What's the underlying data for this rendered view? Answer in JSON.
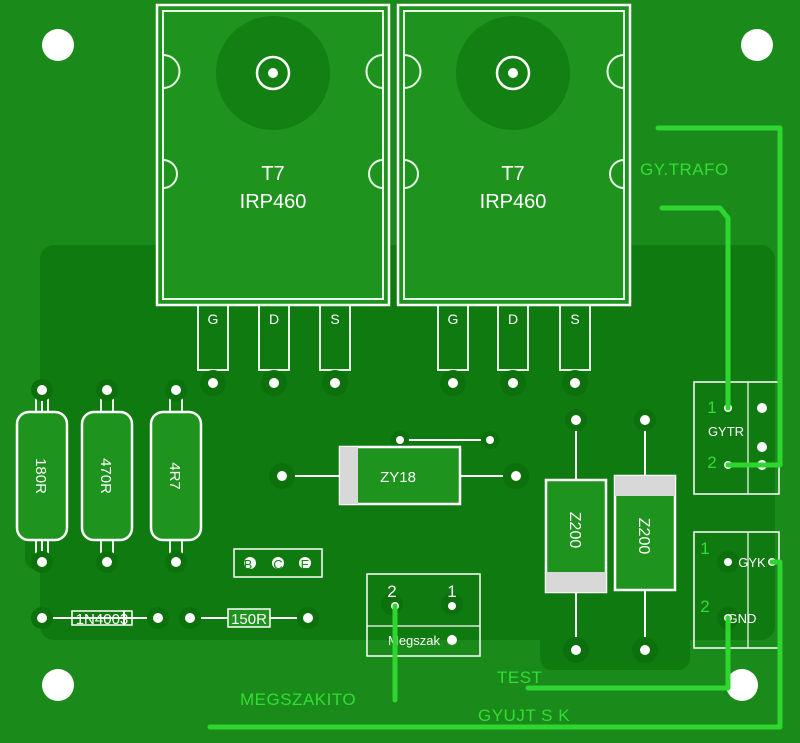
{
  "transistors": [
    {
      "ref": "T7",
      "value": "IRP460",
      "pins": [
        "G",
        "D",
        "S"
      ]
    },
    {
      "ref": "T7",
      "value": "IRP460",
      "pins": [
        "G",
        "D",
        "S"
      ]
    }
  ],
  "resistors": [
    {
      "value": "180R"
    },
    {
      "value": "470R"
    },
    {
      "value": "4R7"
    }
  ],
  "zener_main": "ZY18",
  "zeners": [
    "Z200",
    "Z200"
  ],
  "diode": "1N4003",
  "resistor_150": "150R",
  "bce": [
    "B",
    "C",
    "E"
  ],
  "connector_megszak": {
    "pin2": "2",
    "pin1": "1",
    "label": "Megszak"
  },
  "connector_gytr": {
    "pin1": "1",
    "pin2": "2",
    "label": "GYTR"
  },
  "connector_gyk": {
    "pin1": "1",
    "pin2": "2",
    "label_top": "GYK",
    "label_bottom": "GND"
  },
  "wire_labels": {
    "gy_trafo": "GY.TRAFO",
    "test": "TEST",
    "megszakito": "MEGSZAKITO",
    "gyujtsk": "GYUJT S K"
  }
}
